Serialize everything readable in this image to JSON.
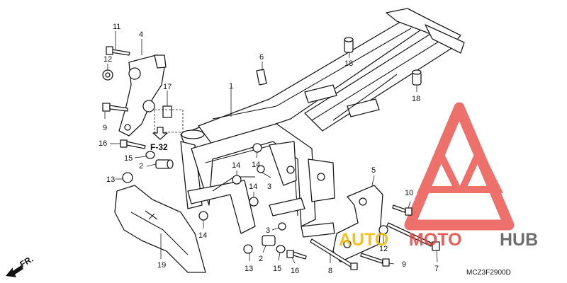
{
  "diagram": {
    "part_labels": [
      "1",
      "2",
      "3",
      "4",
      "5",
      "6",
      "7",
      "8",
      "9",
      "10",
      "11",
      "12",
      "13",
      "14",
      "15",
      "16",
      "17",
      "18",
      "19"
    ],
    "reference_label": "F-32",
    "direction_label": "FR.",
    "drawing_code": "MCZ3F2900D",
    "watermark": {
      "text_part1": "AUTO",
      "text_part2": "MOTO",
      "text_part3": "HUB",
      "colors": {
        "red": "#e8413a",
        "yellow": "#f2b705",
        "gray": "#555555"
      }
    }
  }
}
